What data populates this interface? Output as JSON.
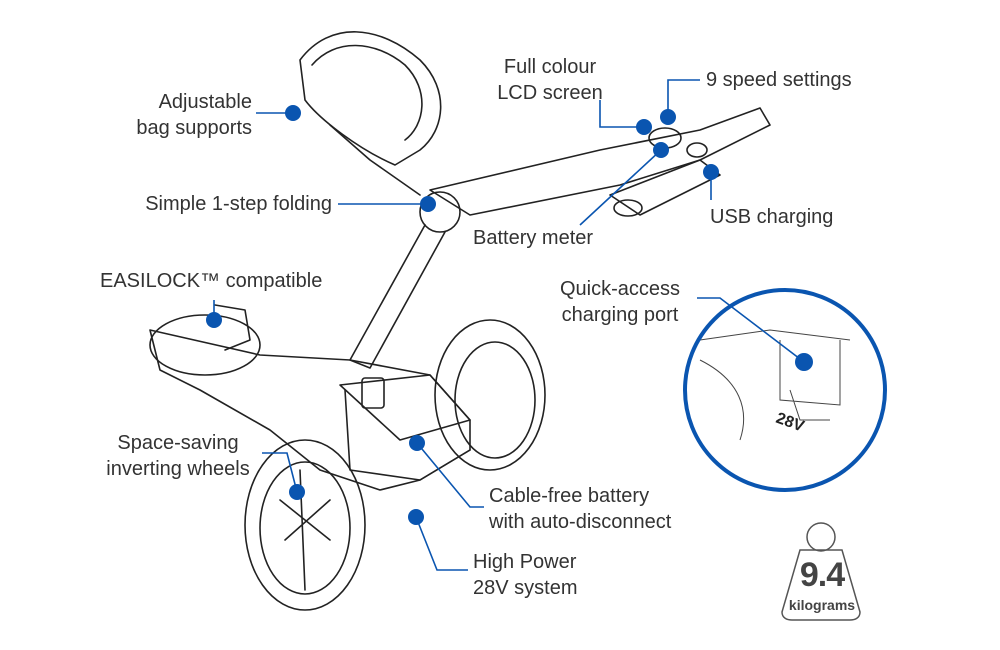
{
  "colors": {
    "accent": "#0a55b0",
    "text": "#333333",
    "line": "#222222"
  },
  "callouts": {
    "bag_supports": [
      "Adjustable",
      "bag supports"
    ],
    "lcd": [
      "Full colour",
      "LCD screen"
    ],
    "speed": "9 speed settings",
    "folding": "Simple 1-step folding",
    "battery_meter": "Battery meter",
    "usb": "USB charging",
    "easilock": "EASILOCK™ compatible",
    "charging_port": [
      "Quick-access",
      "charging port"
    ],
    "wheels": [
      "Space-saving",
      "inverting wheels"
    ],
    "battery": [
      "Cable-free battery",
      "with auto-disconnect"
    ],
    "power": [
      "High Power",
      "28V system"
    ]
  },
  "weight": {
    "value": "9.4",
    "unit": "kilograms"
  }
}
